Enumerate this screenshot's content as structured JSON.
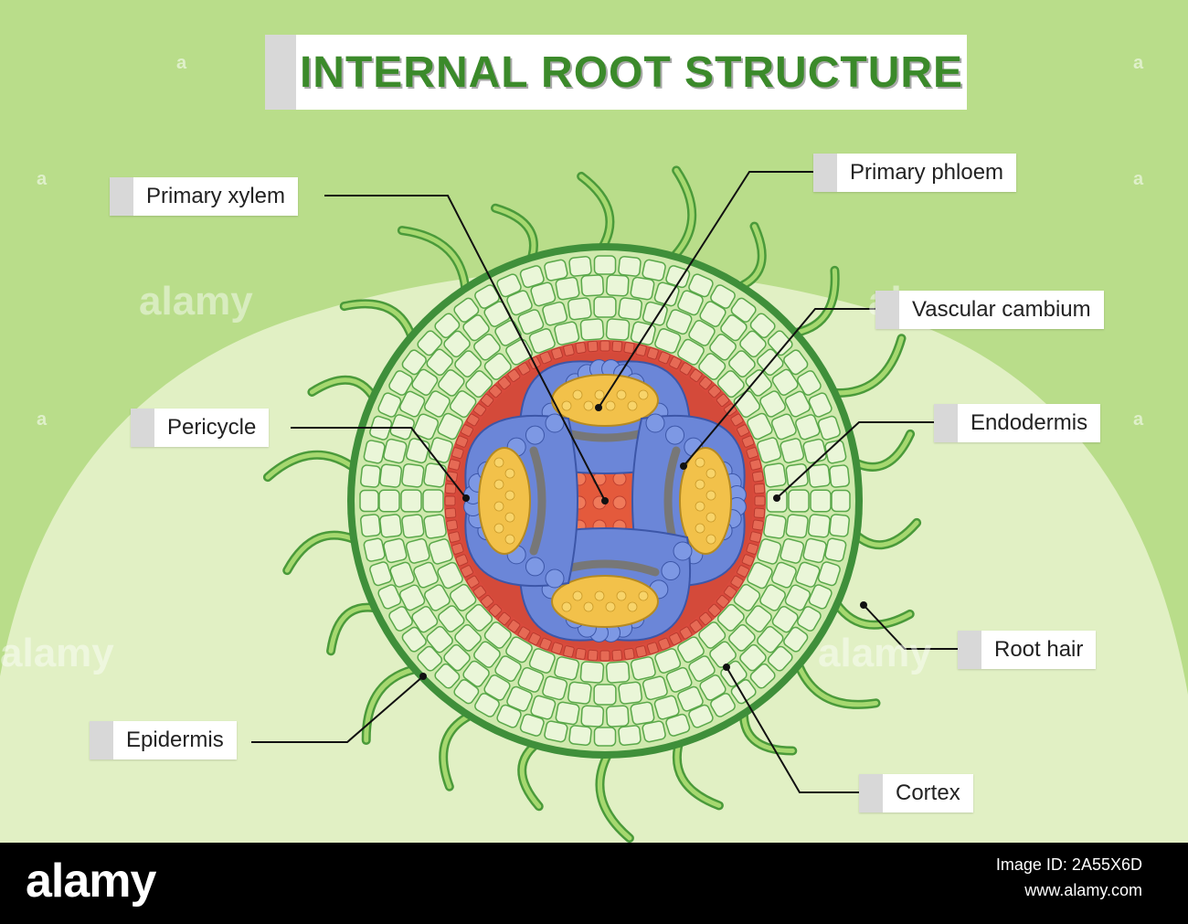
{
  "title": "INTERNAL ROOT STRUCTURE",
  "labels": {
    "primary_xylem": "Primary xylem",
    "primary_phloem": "Primary phloem",
    "vascular_cambium": "Vascular cambium",
    "pericycle": "Pericycle",
    "endodermis": "Endodermis",
    "root_hair": "Root hair",
    "epidermis": "Epidermis",
    "cortex": "Cortex"
  },
  "watermark": {
    "text": "alamy",
    "small_letter": "a"
  },
  "footer": {
    "logo": "alamy",
    "image_id": "Image ID: 2A55X6D",
    "url": "www.alamy.com"
  },
  "colors": {
    "background": "#b9dd8a",
    "dome": "#e1f0c4",
    "title_green": "#3b8a2a",
    "epidermis": "#3f8f3a",
    "cortex_cell": "#eaf6d8",
    "endodermis": "#d94a3c",
    "pericycle": "#d44a3a",
    "vascular_cambium": "#6b86d8",
    "xylem_phloem": "#f2c14a",
    "center": "#e45a3c"
  }
}
